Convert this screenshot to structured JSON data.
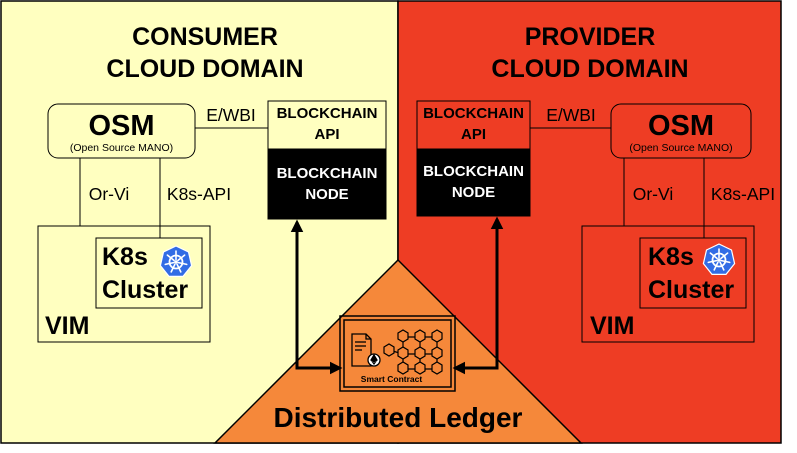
{
  "colors": {
    "consumer_bg": "#FFFFC0",
    "provider_bg": "#EE3D24",
    "ledger_bg": "#F5883A",
    "node_bg": "#000000",
    "k8s_blue": "#326CE5"
  },
  "consumer": {
    "title_line1": "CONSUMER",
    "title_line2": "CLOUD DOMAIN",
    "osm_title": "OSM",
    "osm_subtitle": "(Open Source MANO)",
    "ewbi_label": "E/WBI",
    "blockchain_api_line1": "BLOCKCHAIN",
    "blockchain_api_line2": "API",
    "blockchain_node_line1": "BLOCKCHAIN",
    "blockchain_node_line2": "NODE",
    "orvi_label": "Or-Vi",
    "k8sapi_label": "K8s-API",
    "k8s_line1": "K8s",
    "k8s_line2": "Cluster",
    "vim_label": "VIM"
  },
  "provider": {
    "title_line1": "PROVIDER",
    "title_line2": "CLOUD DOMAIN",
    "osm_title": "OSM",
    "osm_subtitle": "(Open Source MANO)",
    "ewbi_label": "E/WBI",
    "blockchain_api_line1": "BLOCKCHAIN",
    "blockchain_api_line2": "API",
    "blockchain_node_line1": "BLOCKCHAIN",
    "blockchain_node_line2": "NODE",
    "orvi_label": "Or-Vi",
    "k8sapi_label": "K8s-API",
    "k8s_line1": "K8s",
    "k8s_line2": "Cluster",
    "vim_label": "VIM"
  },
  "ledger": {
    "label": "Distributed Ledger",
    "smart_contract_label": "Smart Contract"
  },
  "icons": {
    "kubernetes": "kubernetes-icon",
    "smart_contract": "smart-contract-icon",
    "blockchain_network": "blockchain-network-icon",
    "arrows": "bidirectional-arrow"
  }
}
